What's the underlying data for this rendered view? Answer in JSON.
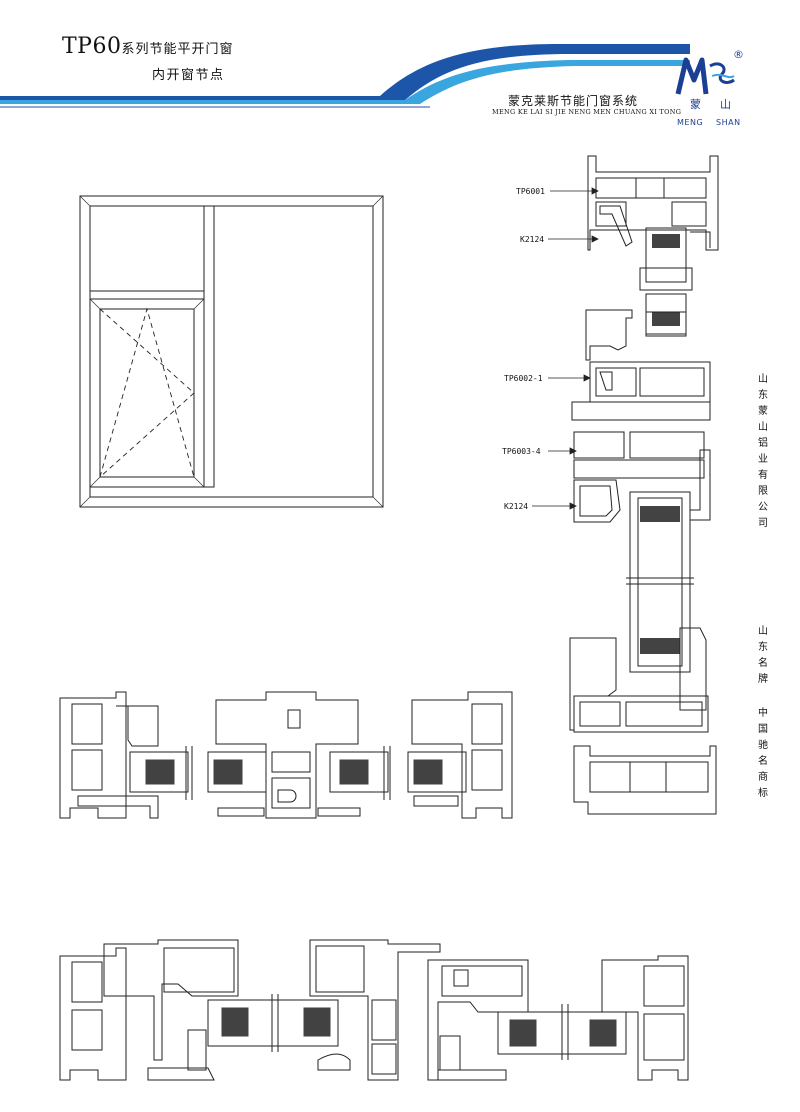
{
  "header": {
    "title_main": "TP60",
    "title_series": "系列节能平开门窗",
    "subtitle": "内开窗节点",
    "company": "蒙克莱斯节能门窗系统",
    "company_pinyin": "MENG KE LAI SI JIE NENG MEN CHUANG XI TONG",
    "logo_cn_left": "蒙",
    "logo_cn_right": "山",
    "logo_en_left": "MENG",
    "logo_en_right": "SHAN",
    "registered_mark": "®",
    "colors": {
      "swoosh_dark": "#1d56a8",
      "swoosh_light": "#3aa6e0",
      "logo": "#1c3f96"
    }
  },
  "side_text": {
    "company_vertical": "山东蒙山铝业有限公司",
    "brand_vertical": "山东名牌",
    "trademark_vertical": "中国驰名商标"
  },
  "labels": {
    "tp6001": "TP6001",
    "k2124_top": "K2124",
    "tp6002": "TP6002-1",
    "tp6003": "TP6003-4",
    "k2124_mid": "K2124"
  }
}
